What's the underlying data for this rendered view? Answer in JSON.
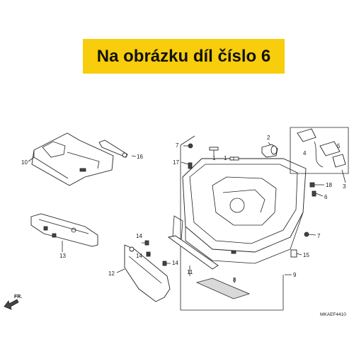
{
  "banner": {
    "text": "Na obrázku díl číslo 6"
  },
  "diagram": {
    "callouts": {
      "c1a": "1",
      "c1b": "1",
      "c2": "2",
      "c3": "3",
      "c4": "4",
      "c5": "5",
      "c6": "6",
      "c7a": "7",
      "c7b": "7",
      "c8": "8",
      "c9": "9",
      "c10": "10",
      "c11": "11",
      "c12": "12",
      "c13": "13",
      "c14a": "14",
      "c14b": "14",
      "c14c": "14",
      "c15": "15",
      "c16": "16",
      "c17": "17",
      "c18": "18"
    },
    "direction_label": "FR.",
    "drawing_code": "MKAEF4410"
  },
  "colors": {
    "banner_bg": "#f7cd0c",
    "line": "#222222"
  }
}
